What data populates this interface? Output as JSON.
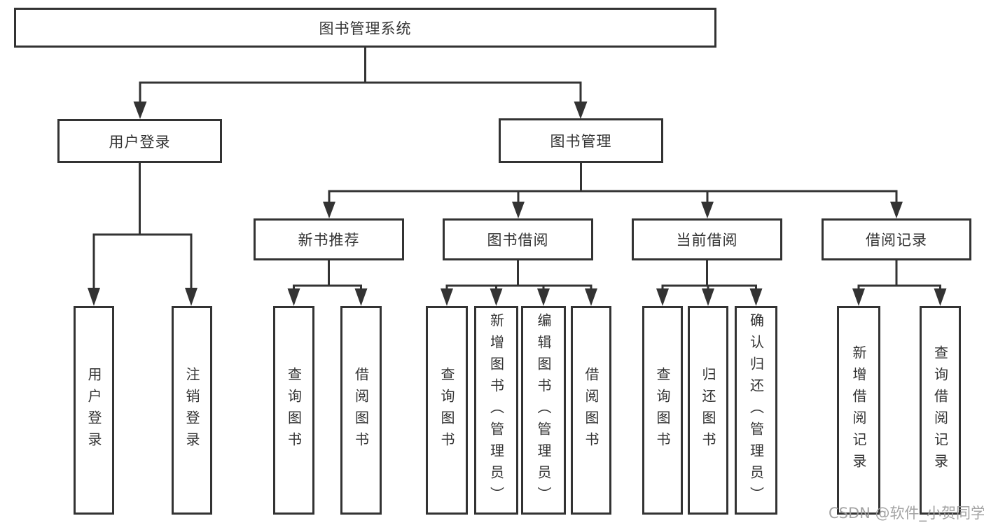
{
  "diagram": {
    "title": "图书管理系统",
    "branches": [
      {
        "label": "用户登录",
        "children": [
          {
            "label": "用户登录"
          },
          {
            "label": "注销登录"
          }
        ]
      },
      {
        "label": "图书管理",
        "children": [
          {
            "label": "新书推荐",
            "children": [
              {
                "label": "查询图书"
              },
              {
                "label": "借阅图书"
              }
            ]
          },
          {
            "label": "图书借阅",
            "children": [
              {
                "label": "查询图书"
              },
              {
                "label": "新增图书（管理员）"
              },
              {
                "label": "编辑图书（管理员）"
              },
              {
                "label": "借阅图书"
              }
            ]
          },
          {
            "label": "当前借阅",
            "children": [
              {
                "label": "查询图书"
              },
              {
                "label": "归还图书"
              },
              {
                "label": "确认归还（管理员）"
              }
            ]
          },
          {
            "label": "借阅记录",
            "children": [
              {
                "label": "新增借阅记录"
              },
              {
                "label": "查询借阅记录"
              }
            ]
          }
        ]
      }
    ]
  },
  "watermark": {
    "text": "CSDN @软件_小贺同学"
  },
  "colors": {
    "stroke": "#333333",
    "text": "#333333",
    "background": "#ffffff",
    "watermark": "#9c9c9c"
  }
}
